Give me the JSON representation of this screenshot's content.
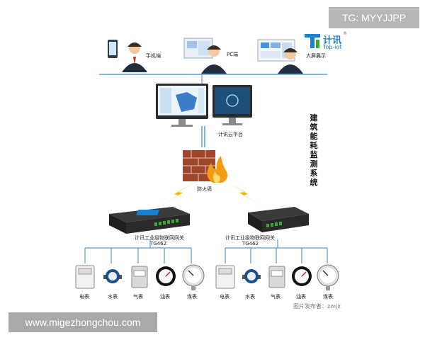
{
  "watermarks": {
    "top_right": "TG: MYYJJPP",
    "bottom_left": "www.migezhongchou.com"
  },
  "logo": {
    "name": "计讯",
    "sub": "Top-iot",
    "registered": "®"
  },
  "top_users": [
    {
      "label": "手机端"
    },
    {
      "label": "PC端"
    },
    {
      "label": "大屏展示"
    }
  ],
  "platform_label": "计讯云平台",
  "firewall_label": "防火墙",
  "system_title": "建筑能耗监测系统",
  "gateways": [
    {
      "label": "计讯工业级物联网网关",
      "model": "TG462"
    },
    {
      "label": "计讯工业级物联网网关",
      "model": "TG462"
    }
  ],
  "meters_left": [
    "电表",
    "水表",
    "气表",
    "油表",
    "煤表"
  ],
  "meters_right": [
    "电表",
    "水表",
    "气表",
    "油表",
    "煤表"
  ],
  "credit": "图片发布者：zmjx",
  "colors": {
    "line": "#5b9bd5",
    "bolt": "#f2b705",
    "brand": "#1b7fd4",
    "brick": "#a0462c"
  }
}
